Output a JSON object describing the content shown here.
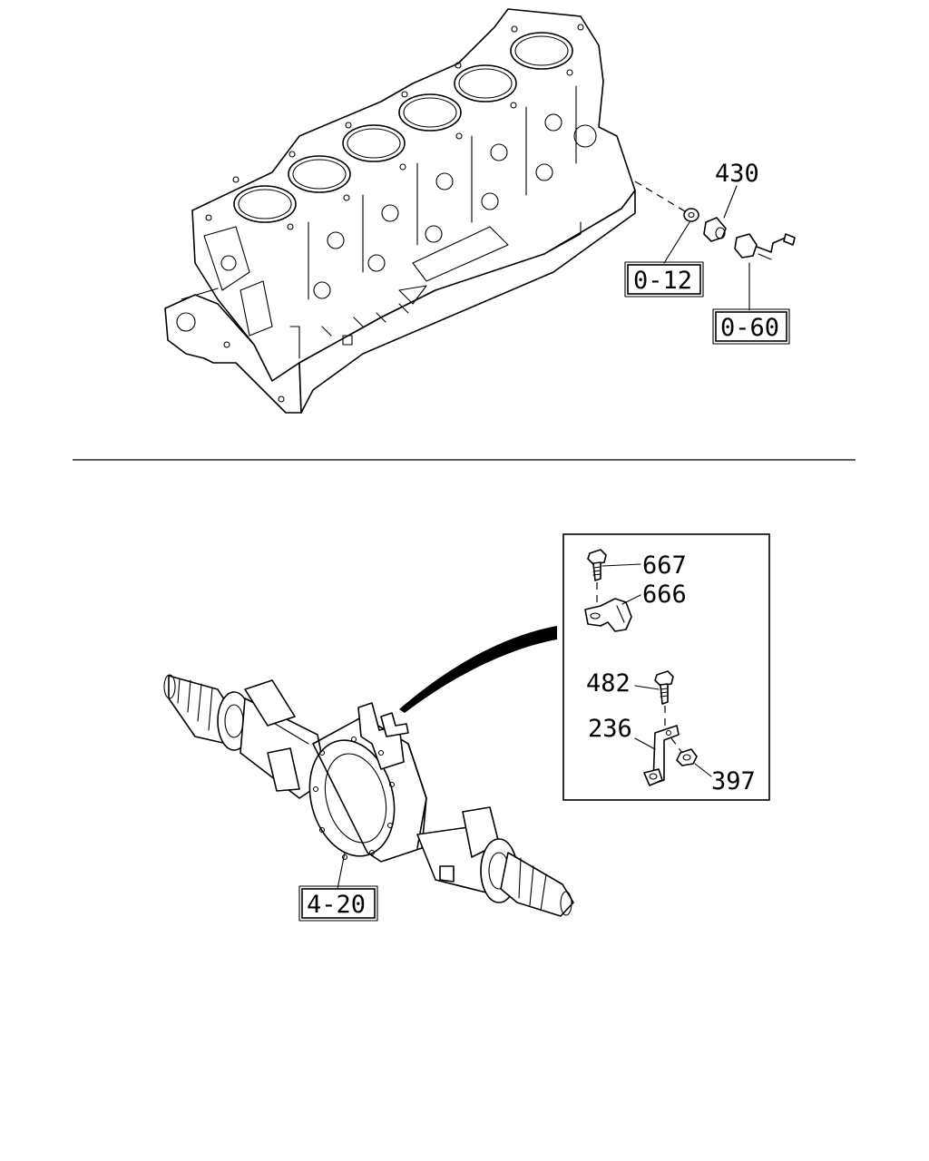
{
  "upper_figure": {
    "callouts": {
      "part_430": "430",
      "ref_0_12": "0-12",
      "ref_0_60": "0-60"
    }
  },
  "lower_figure": {
    "callouts": {
      "ref_4_20": "4-20",
      "part_667": "667",
      "part_666": "666",
      "part_482": "482",
      "part_236": "236",
      "part_397": "397"
    }
  }
}
